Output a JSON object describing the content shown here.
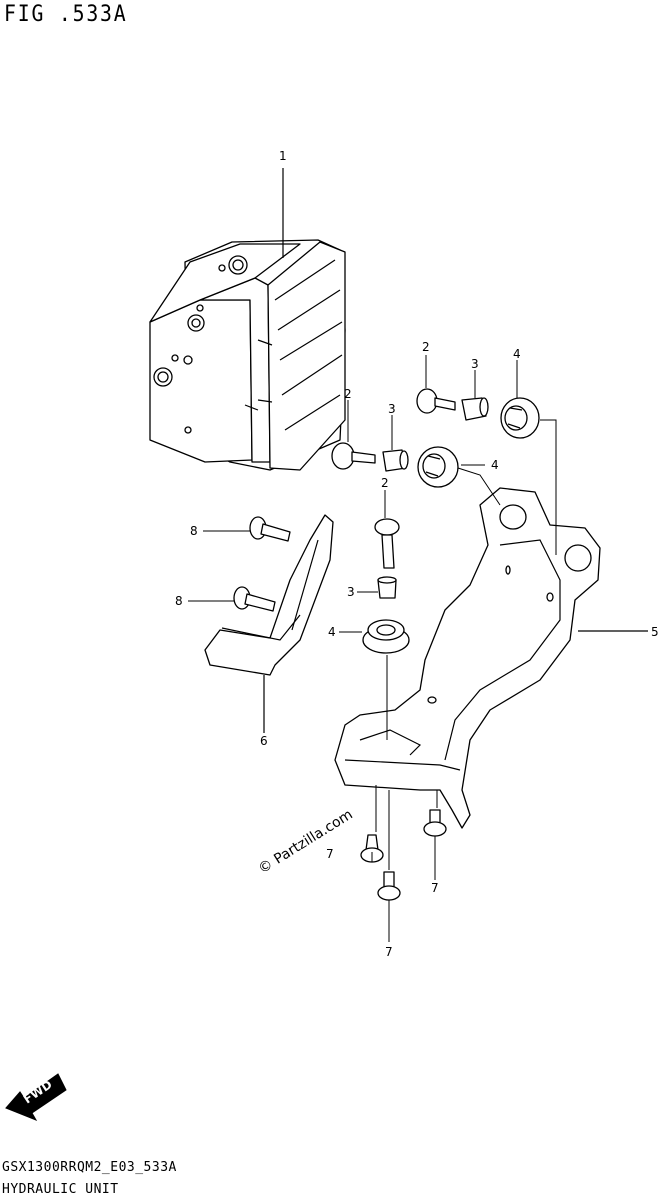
{
  "figure": {
    "title": "FIG .533A",
    "model_code": "GSX1300RRQM2_E03_533A",
    "subtitle": "HYDRAULIC UNIT",
    "watermark": "© Partzilla.com",
    "fwd_label": "FWD"
  },
  "callouts": [
    {
      "id": "c1",
      "label": "1"
    },
    {
      "id": "c2a",
      "label": "2"
    },
    {
      "id": "c3a",
      "label": "3"
    },
    {
      "id": "c4a",
      "label": "4"
    },
    {
      "id": "c2b",
      "label": "2"
    },
    {
      "id": "c3b",
      "label": "3"
    },
    {
      "id": "c4b",
      "label": "4"
    },
    {
      "id": "c2c",
      "label": "2"
    },
    {
      "id": "c3c",
      "label": "3"
    },
    {
      "id": "c4c",
      "label": "4"
    },
    {
      "id": "c5",
      "label": "5"
    },
    {
      "id": "c6",
      "label": "6"
    },
    {
      "id": "c8a",
      "label": "8"
    },
    {
      "id": "c8b",
      "label": "8"
    },
    {
      "id": "c7a",
      "label": "7"
    },
    {
      "id": "c7b",
      "label": "7"
    },
    {
      "id": "c7c",
      "label": "7"
    }
  ]
}
